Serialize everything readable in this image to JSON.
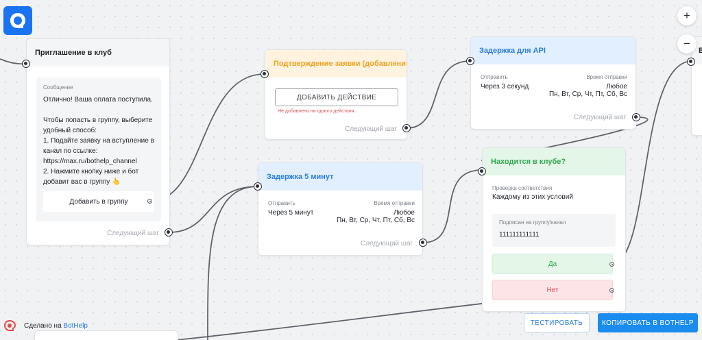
{
  "zoom": {
    "in": "+",
    "out": "−"
  },
  "footer": {
    "made_prefix": "Сделано на",
    "made_link": "BotHelp"
  },
  "actions": {
    "test": "ТЕСТИРОВАТЬ",
    "copy": "КОПИРОВАТЬ В BOTHELP"
  },
  "nodes": {
    "invite": {
      "title": "Приглашение в клуб",
      "message_label": "Сообщение",
      "message_text": "Отлично! Ваша оплата поступила.\n\nЧтобы попасть в группу, выберите удобный способ:\n1. Подайте заявку на вступление в канал по ссылке: https://max.ru/bothelp_channel\n2. Нажмите кнопку ниже и бот добавит вас в группу 👆",
      "button_label": "Добавить в группу",
      "next_step": "Следующий шаг"
    },
    "confirm": {
      "title": "Подтверждение заявки (добавление ...",
      "add_action": "ДОБАВИТЬ ДЕЙСТВИЕ",
      "warning": "Не добавлено ни одного действия.",
      "next_step": "Следующий шаг"
    },
    "delay_api": {
      "title": "Задержка для API",
      "send_label": "Отправить",
      "send_value": "Через 3 секунд",
      "time_label": "Время отправки",
      "time_value_1": "Любое",
      "time_value_2": "Пн, Вт, Ср, Чт, Пт, Сб, Вс",
      "next_step": "Следующий шаг"
    },
    "delay_5": {
      "title": "Задержка 5 минут",
      "send_label": "Отправить",
      "send_value": "Через 5 минут",
      "time_label": "Время отправки",
      "time_value_1": "Любое",
      "time_value_2": "Пн, Вт, Ср, Чт, Пт, Сб, Вс",
      "next_step": "Следующий шаг"
    },
    "in_club": {
      "title": "Находится в клубе?",
      "check_label": "Проверка соответствия",
      "check_value": "Каждому из этих условий",
      "cond_label": "Подписан на группу/канал",
      "cond_value": "111111111111",
      "yes": "Да",
      "no": "Нет"
    },
    "partial_right": {
      "title": "В"
    }
  },
  "colors": {
    "accent": "#1a8cf0",
    "orange_title": "#f0a21e",
    "blue_title": "#2a7de1",
    "green_title": "#2fa84f",
    "red_text": "#e0525c"
  }
}
